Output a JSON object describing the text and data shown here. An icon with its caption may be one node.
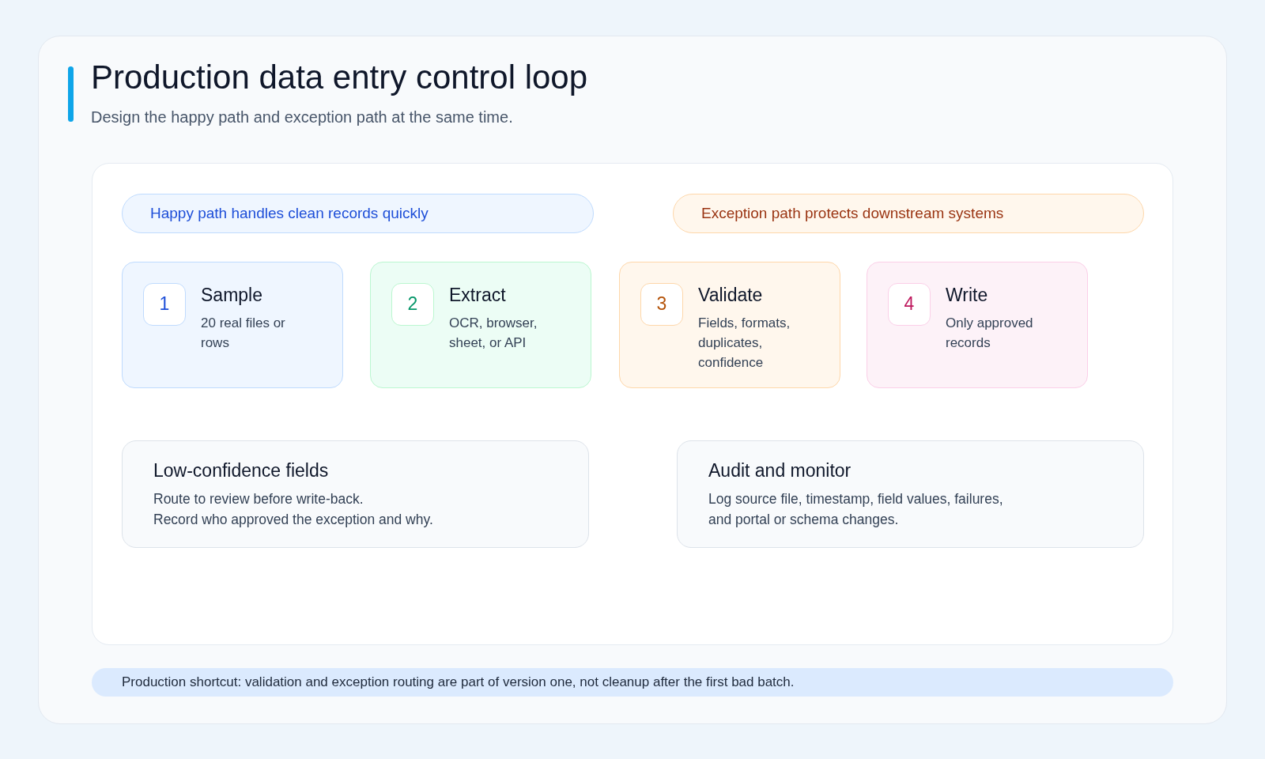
{
  "diagram": {
    "title": "Production data entry control loop",
    "nodes": [
      {
        "text": [],
        "shape": "box"
      },
      {
        "text": [
          "Happy path handles clean records quickly"
        ],
        "in": 0
      },
      {
        "text": [
          "Exception path protects downstream systems"
        ],
        "in": 0
      },
      {
        "text": [
          "Sample",
          "20 real files or rows"
        ],
        "in": 0
      },
      {
        "text": [
          "1"
        ],
        "in": 3
      },
      {
        "text": [
          "Extract",
          "OCR, browser, sheet, or API"
        ],
        "in": 0
      },
      {
        "text": [
          "2"
        ],
        "in": 5
      },
      {
        "text": [
          "Validate",
          "Fields, formats, duplicates, confidence"
        ],
        "in": 0
      },
      {
        "text": [
          "3"
        ],
        "in": 7
      },
      {
        "text": [
          "Write",
          "Only approved records"
        ],
        "in": 0
      },
      {
        "text": [
          "4"
        ],
        "in": 9
      },
      {
        "text": [
          "Low-confidence fields",
          "Route to review before write-back.",
          "Record who approved the exception and why."
        ],
        "in": 0
      },
      {
        "text": [
          "Audit and monitor",
          "Log source file, timestamp, field values, failures, and portal or schema changes."
        ],
        "in": 0
      },
      {
        "text": [
          "Production shortcut: validation and exception routing are part of version one, not cleanup after the first bad batch."
        ]
      }
    ],
    "labels": [
      "Design the happy path and exception path at the same time."
    ]
  }
}
